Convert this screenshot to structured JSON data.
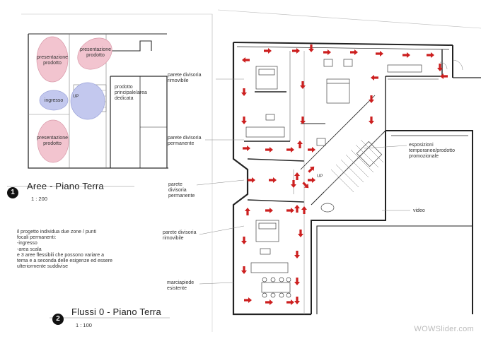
{
  "plan1": {
    "badge": "1",
    "title": "Aree - Piano Terra",
    "scale": "1 : 200",
    "areas": {
      "top_left": "presentazione\nprodotto",
      "top_right": "presentazione\nprodotto",
      "entrance": "ingresso",
      "main": "prodotto\nprincipale/area\ndedicata",
      "bottom_left": "presentazione\nprodotto",
      "stair_mark": "UP"
    }
  },
  "plan2": {
    "badge": "2",
    "title": "Flussi 0 - Piano Terra",
    "scale": "1 : 100",
    "stair_mark": "UP"
  },
  "annotations": {
    "parete_rimovibile_1": "parete divisoria\nrimovibile",
    "parete_permanente_1": "parete divisoria\npermanente",
    "parete_permanente_2": "parete\ndivisoria\npermanente",
    "parete_rimovibile_2": "parete divisoria\nrimovibile",
    "marciapiede": "marciapiede\nesistente",
    "esposizioni": "esposizioni\ntemporanee/prodotto\npromozionale",
    "video": "video"
  },
  "description": "il progetto individua due zone / punti\nfocali permanenti:\n-ingresso\n-area scala\ne 3 aree flessibili che possono variare a\ntema e a seconda delle esigenze ed essere\nulteriormente suddivise",
  "watermark": "WOWSlider.com",
  "colors": {
    "walls": "#222222",
    "flow_arrows": "#cc1f1f",
    "area_pink": "#f2c4cf",
    "area_blue": "#c3c8ee"
  }
}
